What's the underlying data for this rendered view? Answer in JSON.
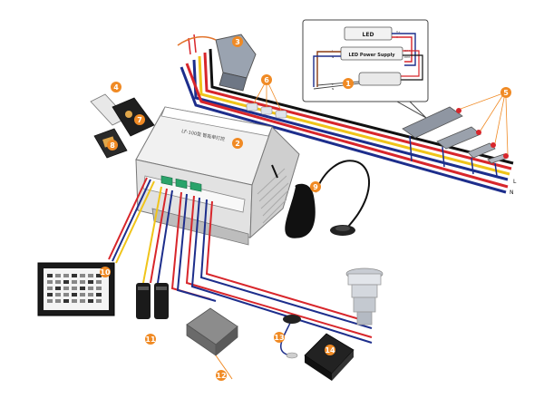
{
  "inset": {
    "led_label": "LED",
    "psu_label": "LED Power Supply",
    "wire_labels": [
      "V+",
      "V-",
      "L",
      "N",
      "DIM+",
      "DIM-",
      "L",
      "N"
    ]
  },
  "controller": {
    "title": "LF-100型  智能单灯控"
  },
  "callouts": [
    "1",
    "2",
    "3",
    "4",
    "5",
    "6",
    "7",
    "8",
    "9",
    "10",
    "11",
    "12",
    "13",
    "14"
  ],
  "lines": {
    "l1": "L",
    "l2": "N"
  },
  "colors": {
    "wire_red": "#d8262b",
    "wire_blue": "#1d2e8c",
    "wire_yellow": "#f0c419",
    "wire_black": "#111111",
    "wire_brown": "#8a3b12",
    "badge_orange": "#f08a24",
    "controller_green": "#2aa36a"
  }
}
